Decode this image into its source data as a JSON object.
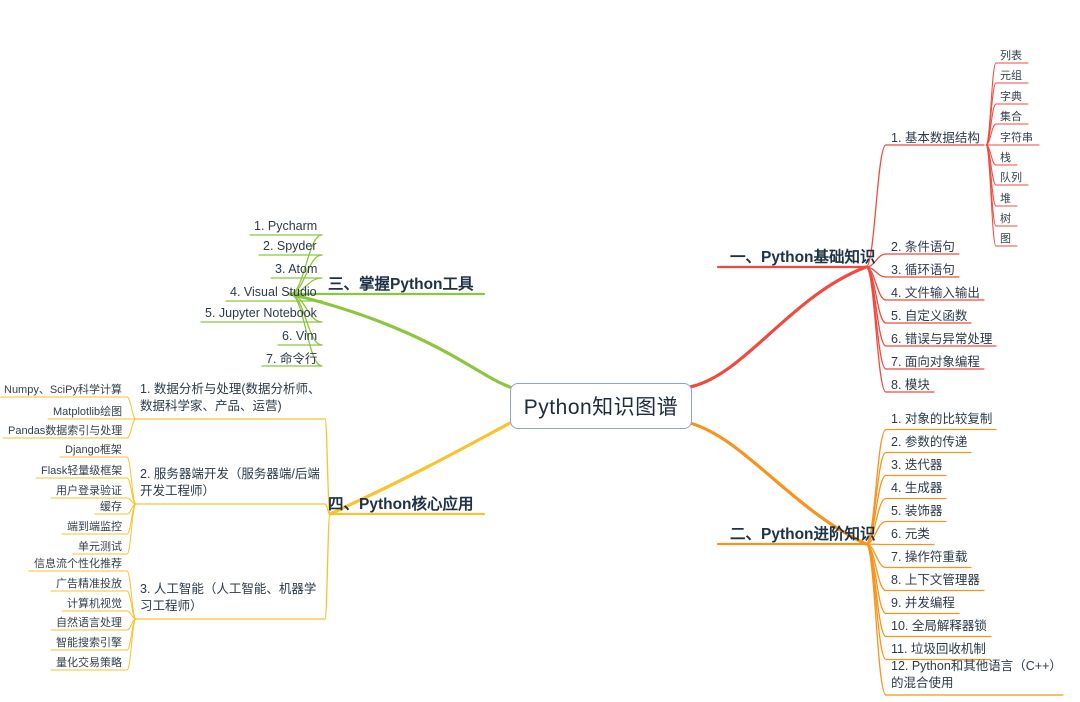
{
  "document": {
    "type": "mindmap",
    "root": {
      "label": "Python知识图谱"
    },
    "colors": {
      "red": "#f04a3f",
      "orange": "#f7941e",
      "yellow": "#f9c22e",
      "green": "#8cc63f",
      "root_border": "#8fa6bf",
      "text": "#2b3a4a",
      "heading_text": "#1d3244"
    },
    "branches": [
      {
        "id": "basics",
        "label": "一、Python基础知识",
        "color": "#f04a3f",
        "side": "right",
        "children": [
          {
            "label": "1. 基本数据结构",
            "children": [
              "列表",
              "元组",
              "字典",
              "集合",
              "字符串",
              "栈",
              "队列",
              "堆",
              "树",
              "图"
            ]
          },
          {
            "label": "2. 条件语句",
            "children": []
          },
          {
            "label": "3. 循环语句",
            "children": []
          },
          {
            "label": "4. 文件输入输出",
            "children": []
          },
          {
            "label": "5. 自定义函数",
            "children": []
          },
          {
            "label": "6. 错误与异常处理",
            "children": []
          },
          {
            "label": "7. 面向对象编程",
            "children": []
          },
          {
            "label": "8. 模块",
            "children": []
          }
        ]
      },
      {
        "id": "advanced",
        "label": "二、Python进阶知识",
        "color": "#f7941e",
        "side": "right",
        "children": [
          {
            "label": "1. 对象的比较复制",
            "children": []
          },
          {
            "label": "2. 参数的传递",
            "children": []
          },
          {
            "label": "3. 迭代器",
            "children": []
          },
          {
            "label": "4. 生成器",
            "children": []
          },
          {
            "label": "5. 装饰器",
            "children": []
          },
          {
            "label": "6. 元类",
            "children": []
          },
          {
            "label": "7. 操作符重载",
            "children": []
          },
          {
            "label": "8. 上下文管理器",
            "children": []
          },
          {
            "label": "9. 并发编程",
            "children": []
          },
          {
            "label": "10. 全局解释器锁",
            "children": []
          },
          {
            "label": "11. 垃圾回收机制",
            "children": []
          },
          {
            "label": "12. Python和其他语言（C++）的混合使用",
            "children": []
          }
        ]
      },
      {
        "id": "tools",
        "label": "三、掌握Python工具",
        "color": "#8cc63f",
        "side": "left",
        "children": [
          {
            "label": "1. Pycharm",
            "children": []
          },
          {
            "label": "2. Spyder",
            "children": []
          },
          {
            "label": "3. Atom",
            "children": []
          },
          {
            "label": "4. Visual Studio",
            "children": []
          },
          {
            "label": "5. Jupyter Notebook",
            "children": []
          },
          {
            "label": "6. Vim",
            "children": []
          },
          {
            "label": "7. 命令行",
            "children": []
          }
        ]
      },
      {
        "id": "core-apps",
        "label": "四、Python核心应用",
        "color": "#f9c22e",
        "side": "left",
        "children": [
          {
            "label": "1. 数据分析与处理(数据分析师、数据科学家、产品、运营)",
            "children": [
              "Numpy、SciPy科学计算",
              "Matplotlib绘图",
              "Pandas数据索引与处理"
            ]
          },
          {
            "label": "2. 服务器端开发（服务器端/后端开发工程师）",
            "children": [
              "Django框架",
              "Flask轻量级框架",
              "用户登录验证",
              "缓存",
              "端到端监控",
              "单元测试"
            ]
          },
          {
            "label": "3. 人工智能（人工智能、机器学习工程师）",
            "children": [
              "信息流个性化推荐",
              "广告精准投放",
              "计算机视觉",
              "自然语言处理",
              "智能搜索引擎",
              "量化交易策略"
            ]
          }
        ]
      }
    ]
  }
}
